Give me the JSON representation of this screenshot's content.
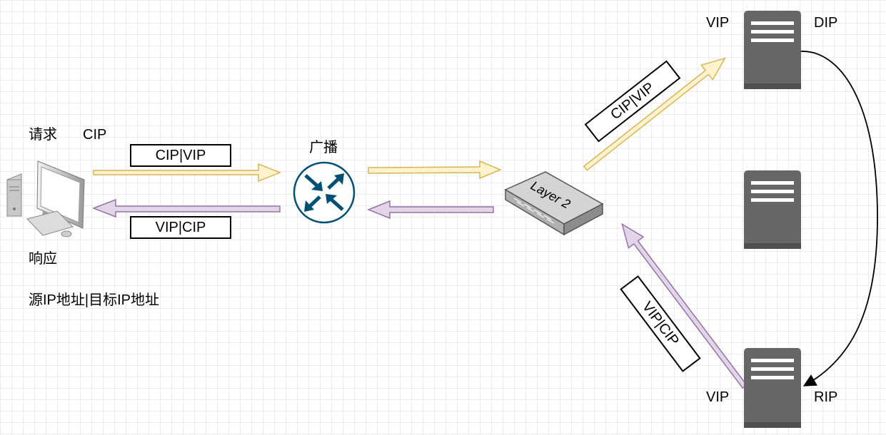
{
  "labels": {
    "request": "请求",
    "cip": "CIP",
    "response": "响应",
    "legend": "源IP地址|目标IP地址",
    "broadcast": "广播",
    "vip_top": "VIP",
    "dip": "DIP",
    "vip_bottom": "VIP",
    "rip": "RIP",
    "switch": "Layer 2"
  },
  "boxes": {
    "request_packet": "CIP|VIP",
    "response_packet": "VIP|CIP",
    "to_server_packet": "CIP|VIP",
    "from_server_packet": "VIP|CIP"
  },
  "colors": {
    "request_arrow_fill": "#fff2cc",
    "request_arrow_stroke": "#d6b656",
    "response_arrow_fill": "#e1d5e7",
    "response_arrow_stroke": "#9673a6",
    "router": "#005073",
    "server": "#666666"
  }
}
